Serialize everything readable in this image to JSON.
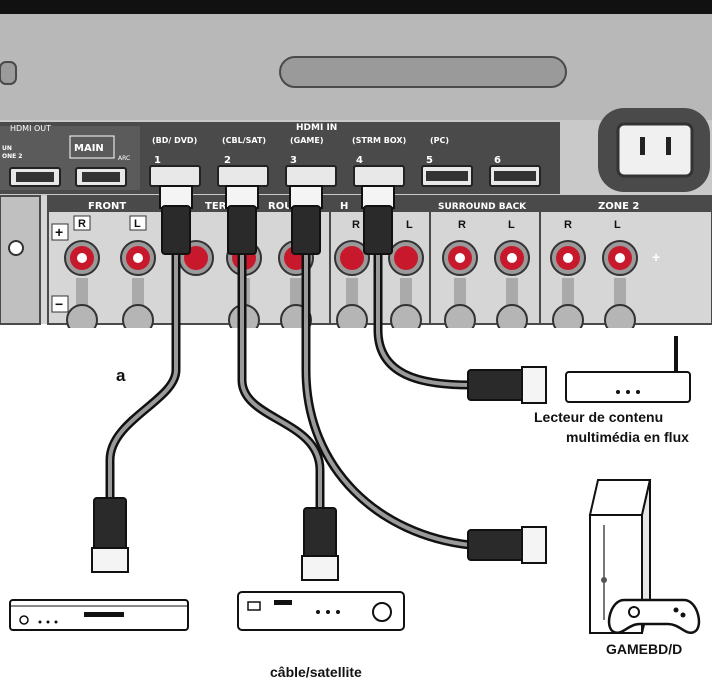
{
  "receiver": {
    "hdmi_out_label": "HDMI OUT",
    "zone2_label_1": "UN",
    "zone2_label_2": "ONE 2",
    "main_label": "MAIN",
    "arc_label": "ARC",
    "hdmi_in_label": "HDMI IN",
    "inputs": [
      {
        "number": "1",
        "name": "(BD/ DVD)"
      },
      {
        "number": "2",
        "name": "(CBL/SAT)"
      },
      {
        "number": "3",
        "name": "(GAME)"
      },
      {
        "number": "4",
        "name": "(STRM BOX)"
      },
      {
        "number": "5",
        "name": "(PC)"
      },
      {
        "number": "6",
        "name": ""
      }
    ],
    "speaker_sections": {
      "front": "FRONT",
      "center_fragment": "TER",
      "surround_fragment": "ROU",
      "height_fragment": "H",
      "surround_back": "SURROUND BACK",
      "zone2": "ZONE 2"
    },
    "channel_letters": {
      "right": "R",
      "left": "L"
    },
    "plus": "+",
    "minus": "−"
  },
  "cable_label": "a",
  "devices": {
    "streaming_box": "Lecteur de contenu multimédia en flux",
    "streaming_line1": "Lecteur de contenu",
    "streaming_line2": "multimédia en flux",
    "game_console": "GAMEBD/D",
    "satellite": "câble/satellite"
  },
  "colors": {
    "panel": "#4a4a4a",
    "lower_panel": "#d6d6d6",
    "terminal_red": "#c8192c",
    "cable": "#111111"
  }
}
